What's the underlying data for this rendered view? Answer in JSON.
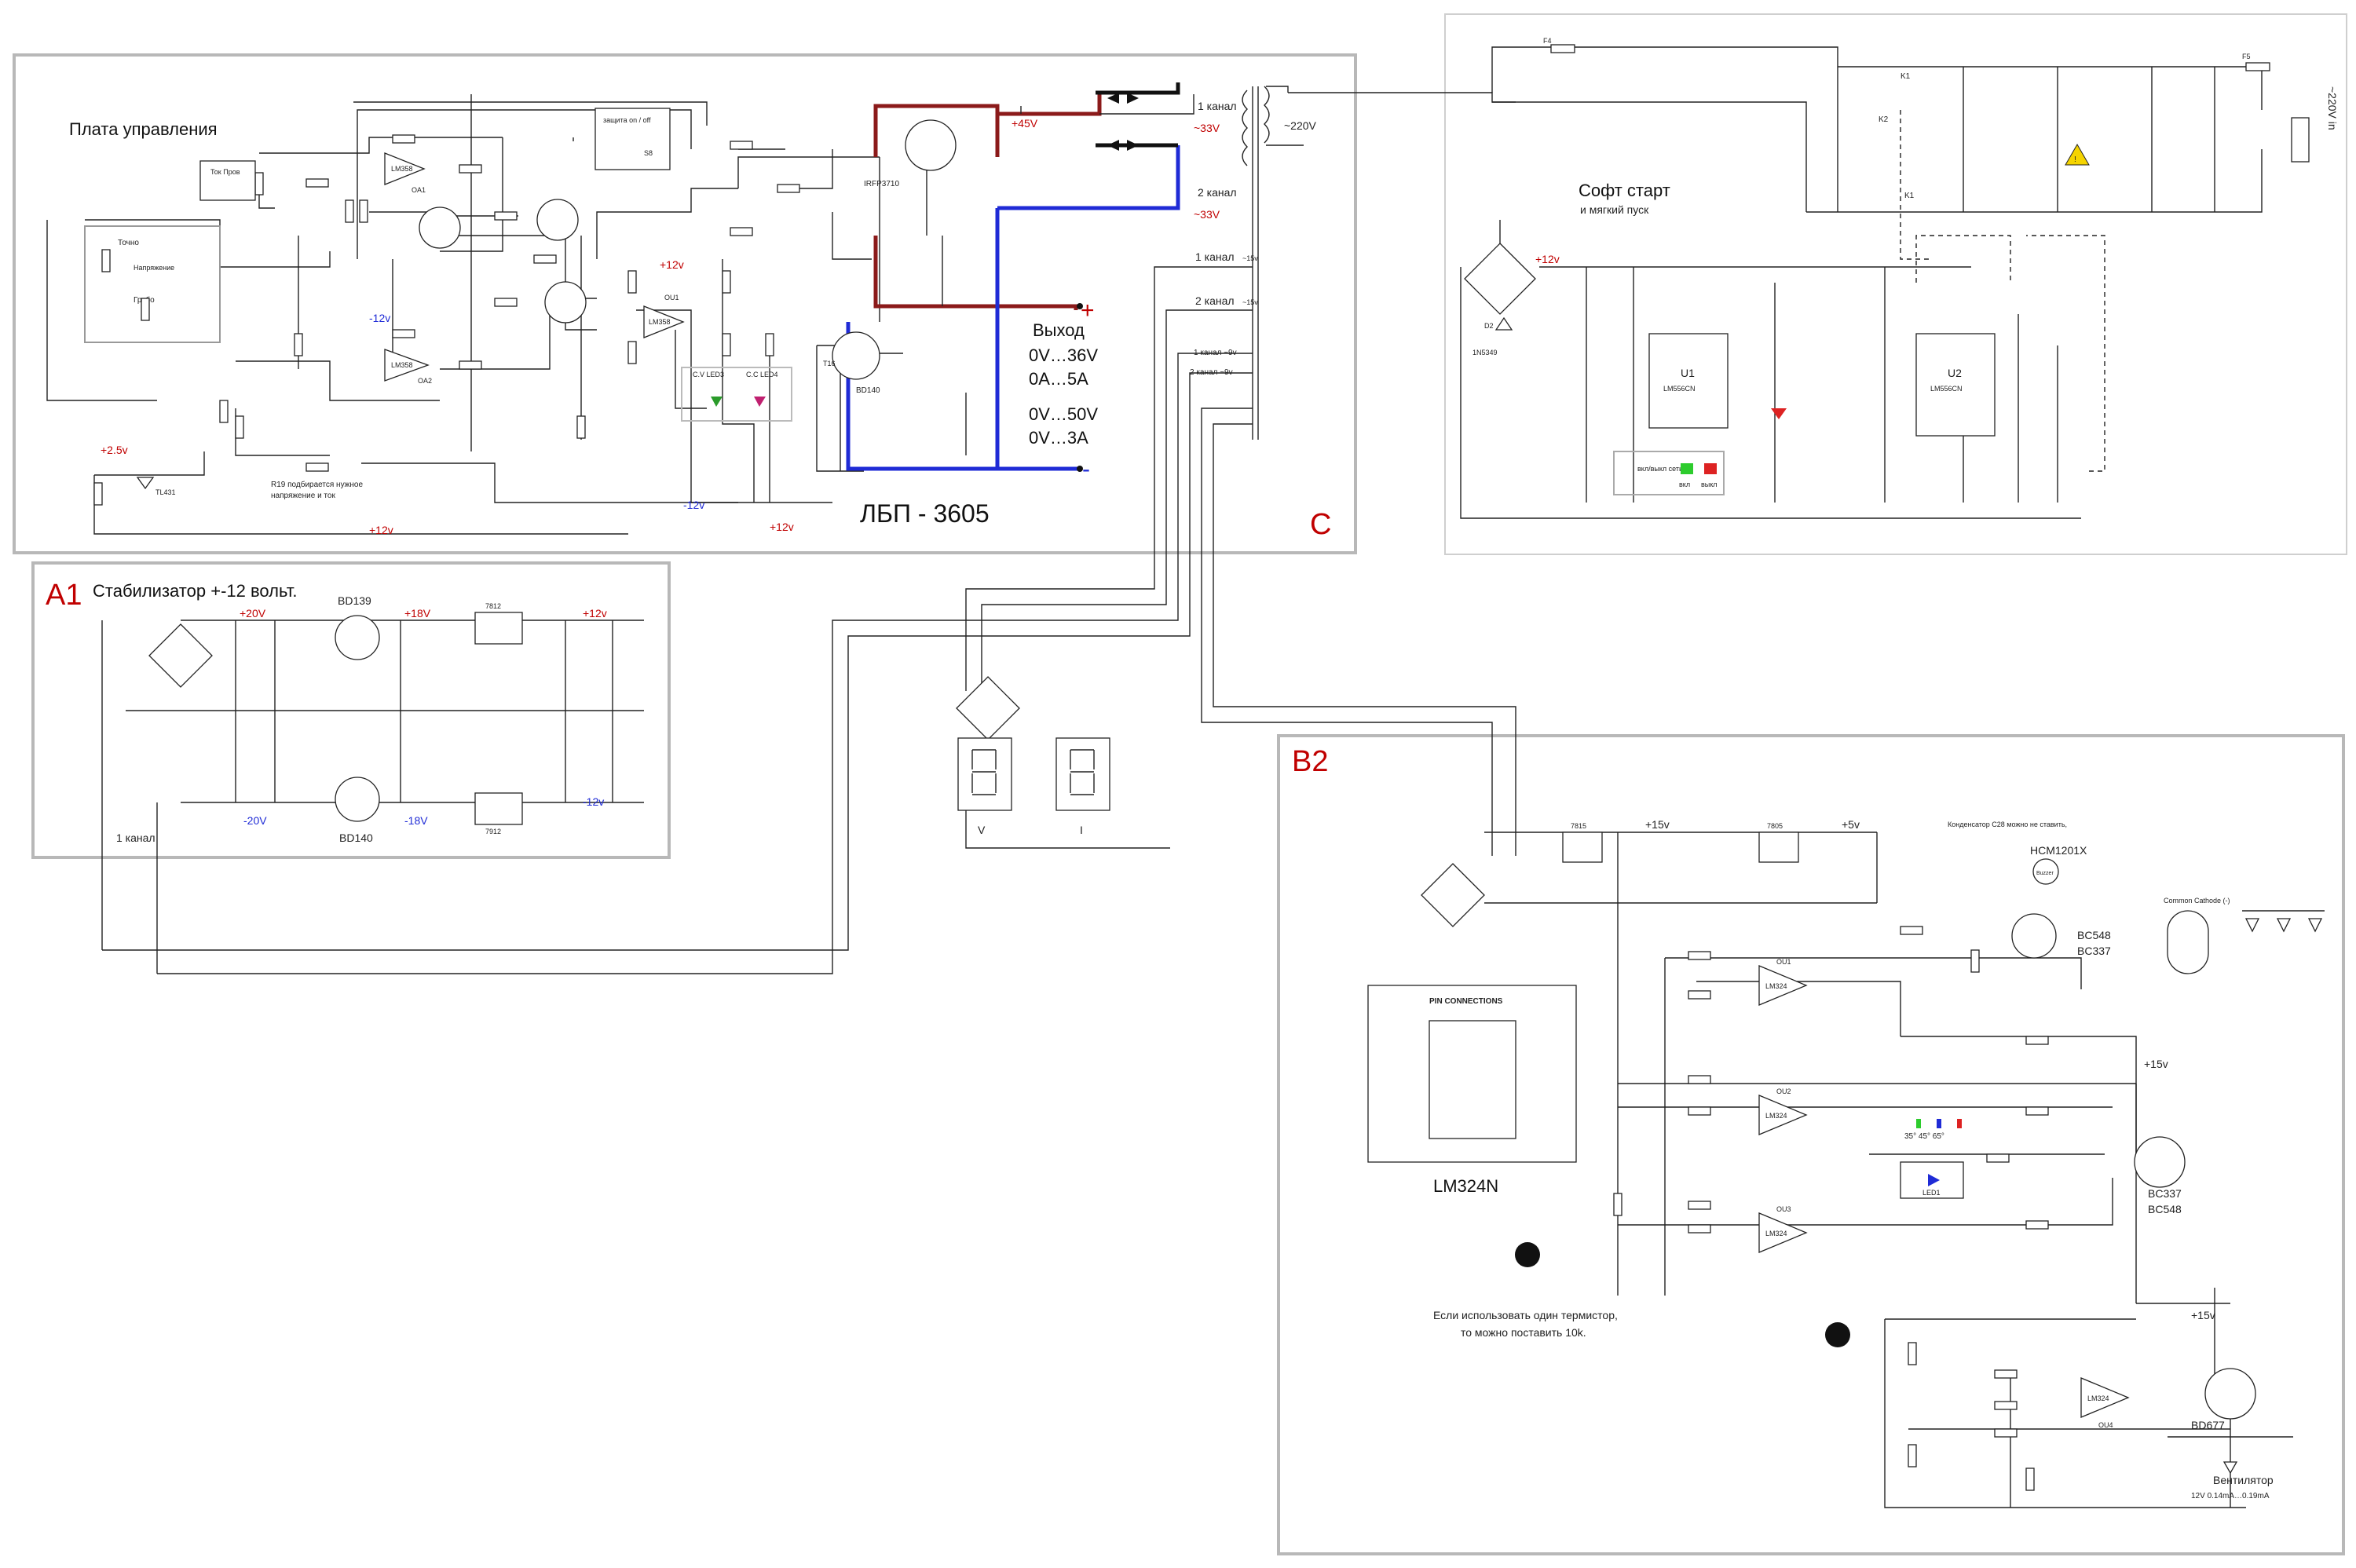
{
  "blocks": {
    "main": {
      "title": "Плата управления",
      "marker": "C",
      "product": "ЛБП - 3605"
    },
    "a1": {
      "marker": "A1",
      "title": "Стабилизатор +-12 вольт.",
      "channel": "1 канал"
    },
    "softstart": {
      "title": "Софт старт",
      "subtitle": "и мягкий пуск"
    },
    "b2": {
      "marker": "B2"
    }
  },
  "main_labels": {
    "tok_prov": "Ток\nПров",
    "tochno": "Точно",
    "napryazhenie": "Напряжение",
    "grubo": "Грубо",
    "zashita": "защита\non / off",
    "s8": "S8",
    "plus25": "+2.5v",
    "r19_note_1": "R19 подбирается нужное",
    "r19_note_2": "напряжение и ток",
    "minus12_a": "-12v",
    "minus12_b": "-12v",
    "plus12_a": "+12v",
    "plus12_b": "+12v",
    "plus12_c": "+12v",
    "plus45": "+45V",
    "irfp": "IRFP3710",
    "t16": "T16",
    "bd140": "BD140",
    "led3": "C.V\nLED3",
    "led4": "C.C\nLED4",
    "oa1": "OA1",
    "oa2": "OA2",
    "ou1": "OU1",
    "lm358_a": "LM358",
    "lm358_b": "LM358",
    "lm358_c": "LM358",
    "tl431": "TL431"
  },
  "output": {
    "title": "Выход",
    "v1": "0V…36V",
    "a1": "0A…5A",
    "v2": "0V…50V",
    "a2": "0V…3A",
    "plus": "+",
    "minus": "-"
  },
  "transformer": {
    "primary": "~220V",
    "ch1": "1 канал",
    "ch1_v": "~33V",
    "ch2": "2 канал",
    "ch2_v": "~33V",
    "ch1_15": "1 канал",
    "ch2_15": "2 канал",
    "ch1_9": "1 канал ~9v",
    "ch2_9": "2 канал ~9v",
    "v15": "~15v",
    "v9": "~15v"
  },
  "a1_labels": {
    "p20": "+20V",
    "n20": "-20V",
    "p18": "+18V",
    "n18": "-18V",
    "p12": "+12v",
    "n12": "-12v",
    "bd139": "BD139",
    "bd140": "BD140",
    "reg_pos": "7812",
    "reg_neg": "7912"
  },
  "meters": {
    "v": "V",
    "i": "I"
  },
  "softstart_labels": {
    "u1": "U1",
    "u1_part": "LM556CN",
    "u2": "U2",
    "u2_part": "LM556CN",
    "plus12": "+12v",
    "d2": "D2",
    "d2_part": "1N5349",
    "switch": "вкл/выкл\nсеть",
    "on": "вкл",
    "off": "выкл",
    "k1": "K1",
    "k2": "K2",
    "k1b": "K1",
    "mains": "~220V in",
    "f4": "F4",
    "f5": "F5"
  },
  "b2_labels": {
    "p15": "+15v",
    "p5": "+5v",
    "c28_note": "Конденсатор C28 можно не ставить,",
    "buzzer_part": "HCM1201X",
    "buzzer": "Buzzer",
    "t18_a": "BC548",
    "t18_b": "BC337",
    "common": "Common\nCathode (-)",
    "pin_title": "PIN CONNECTIONS",
    "lm324n": "LM324N",
    "thermo_note_1": "Если использовать один термистор,",
    "thermo_note_2": "то можно поставить 10k.",
    "t17_a": "BC337",
    "t17_b": "BC548",
    "temps": "35° 45° 65°",
    "led1": "LED1",
    "p15b": "+15v",
    "p15c": "+15v",
    "bd677": "BD677",
    "fan": "Вентилятор",
    "fan_spec": "12V 0.14mA…0.19mA",
    "ou1": "OU1",
    "ou2": "OU2",
    "ou3": "OU3",
    "ou4": "OU4",
    "lm324": "LM324",
    "reg15": "7815",
    "reg5": "7805"
  },
  "colors": {
    "red": "#c00000",
    "blue": "#1f2bd6",
    "darkred": "#8b1a1a",
    "frame": "#b8b8b8"
  }
}
